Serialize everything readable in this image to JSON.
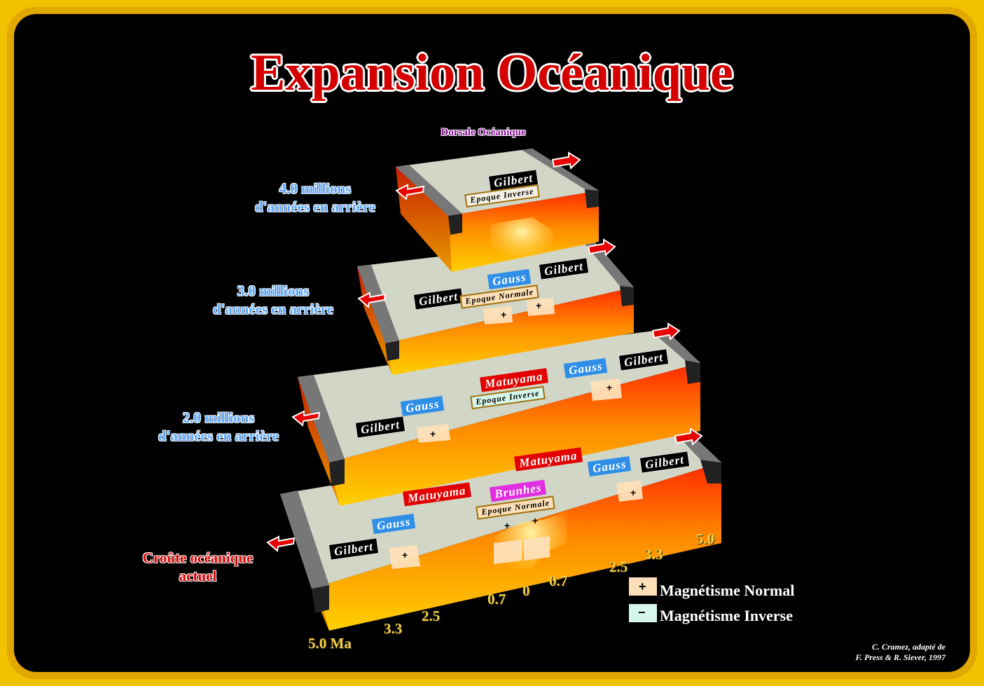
{
  "title": "Expansion Océanique",
  "ridge_label": "Dorsale Océanique",
  "age_labels": [
    {
      "line1": "4.0 millions",
      "line2": "d'années en arrière"
    },
    {
      "line1": "3.0 millions",
      "line2": "d'années en arrière"
    },
    {
      "line1": "2.0 millions",
      "line2": "d'années en arrière"
    }
  ],
  "present_label": {
    "line1": "Croûte océanique",
    "line2": "actuel"
  },
  "chrons": {
    "gilbert": "Gilbert",
    "gauss": "Gauss",
    "matuyama": "Matuyama",
    "brunhes": "Brunhes"
  },
  "epochs": {
    "inverse": "Epoque Inverse",
    "normale": "Epoque Normale"
  },
  "signs": {
    "plus": "+",
    "minus": "−"
  },
  "ticks_left": [
    "5.0 Ma",
    "3.3",
    "2.5",
    "0.7",
    "0"
  ],
  "ticks_right": [
    "0.7",
    "2.5",
    "3.3",
    "5.0"
  ],
  "legend": {
    "normal": "Magnétisme Normal",
    "inverse": "Magnétisme Inverse"
  },
  "credit": {
    "line1": "C. Cramez, adapté de",
    "line2": "F. Press & R. Siever, 1997"
  },
  "colors": {
    "frame": "#f2c200",
    "background": "#000000",
    "title": "#d40000",
    "normal": "#fde0b8",
    "inverse": "#d6f6ea",
    "arrow": "#e60000"
  }
}
